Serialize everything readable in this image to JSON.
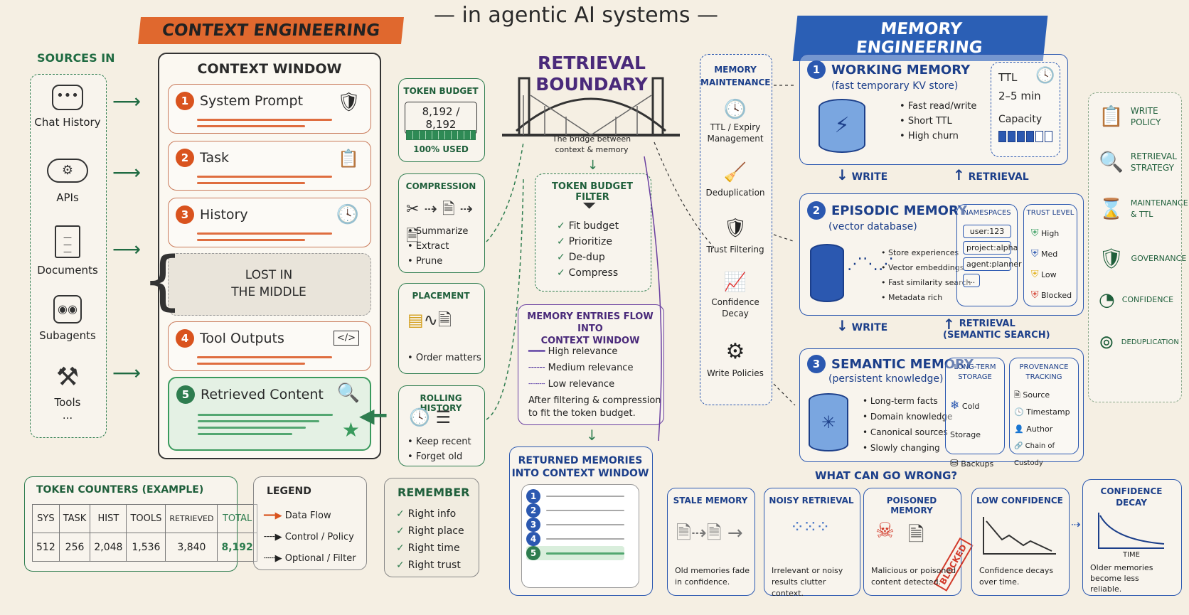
{
  "header": {
    "subtitle": "in agentic AI systems",
    "context_banner": "CONTEXT ENGINEERING",
    "memory_banner": "MEMORY ENGINEERING"
  },
  "sources": {
    "title": "SOURCES IN",
    "items": [
      "Chat History",
      "APIs",
      "Documents",
      "Subagents",
      "Tools",
      "..."
    ]
  },
  "context_window": {
    "title": "CONTEXT WINDOW",
    "slots": [
      {
        "n": "1",
        "label": "System Prompt"
      },
      {
        "n": "2",
        "label": "Task"
      },
      {
        "n": "3",
        "label": "History"
      },
      {
        "n": "4",
        "label": "Tool Outputs"
      },
      {
        "n": "5",
        "label": "Retrieved Content"
      }
    ],
    "lost_line1": "LOST IN",
    "lost_line2": "THE MIDDLE"
  },
  "token_budget": {
    "title": "TOKEN BUDGET",
    "value": "8,192 / 8,192",
    "used": "100% USED",
    "fill": 1.0
  },
  "compression": {
    "title": "COMPRESSION",
    "items": [
      "Summarize",
      "Extract",
      "Prune"
    ]
  },
  "placement": {
    "title": "PLACEMENT",
    "items": [
      "Order matters"
    ]
  },
  "rolling_history": {
    "title": "ROLLING HISTORY",
    "items": [
      "Keep recent",
      "Forget old"
    ]
  },
  "retrieval": {
    "title_line1": "RETRIEVAL",
    "title_line2": "BOUNDARY",
    "bridge_caption_line1": "The bridge between",
    "bridge_caption_line2": "context & memory"
  },
  "token_filter": {
    "title": "TOKEN BUDGET FILTER",
    "items": [
      "Fit budget",
      "Prioritize",
      "De-dup",
      "Compress"
    ]
  },
  "memory_flow": {
    "title_line1": "MEMORY ENTRIES FLOW INTO",
    "title_line2": "CONTEXT WINDOW",
    "legend": [
      "High relevance",
      "Medium relevance",
      "Low relevance"
    ],
    "note_line1": "After filtering & compression",
    "note_line2": "to fit the token budget."
  },
  "returned": {
    "title_line1": "RETURNED MEMORIES",
    "title_line2": "INTO CONTEXT WINDOW",
    "numbers": [
      "1",
      "2",
      "3",
      "4",
      "5"
    ]
  },
  "maintenance": {
    "title_line1": "MEMORY",
    "title_line2": "MAINTENANCE",
    "items": [
      {
        "l1": "TTL / Expiry",
        "l2": "Management"
      },
      {
        "l1": "Deduplication",
        "l2": ""
      },
      {
        "l1": "Trust Filtering",
        "l2": ""
      },
      {
        "l1": "Confidence",
        "l2": "Decay"
      },
      {
        "l1": "Write Policies",
        "l2": ""
      }
    ]
  },
  "working_memory": {
    "n": "1",
    "title": "WORKING MEMORY",
    "subtitle": "(fast temporary KV store)",
    "items": [
      "Fast read/write",
      "Short TTL",
      "High churn"
    ],
    "ttl_label": "TTL",
    "ttl_value": "2–5 min",
    "capacity_label": "Capacity",
    "capacity_fill": 4,
    "capacity_total": 6
  },
  "arrows": {
    "write": "WRITE",
    "retrieval": "RETRIEVAL",
    "retrieval2_line1": "RETRIEVAL",
    "retrieval2_line2": "(SEMANTIC SEARCH)"
  },
  "episodic_memory": {
    "n": "2",
    "title": "EPISODIC MEMORY",
    "subtitle": "(vector database)",
    "items": [
      "Store experiences",
      "Vector embeddings",
      "Fast similarity search",
      "Metadata rich"
    ],
    "namespaces_title": "NAMESPACES",
    "namespaces": [
      "user:123",
      "project:alpha",
      "agent:planner",
      "..."
    ],
    "trust_title": "TRUST LEVEL",
    "trust": [
      {
        "label": "High",
        "color": "#2e9a5a"
      },
      {
        "label": "Med",
        "color": "#2b58b0"
      },
      {
        "label": "Low",
        "color": "#e3b21f"
      },
      {
        "label": "Blocked",
        "color": "#d23a2a"
      }
    ]
  },
  "semantic_memory": {
    "n": "3",
    "title": "SEMANTIC MEMORY",
    "subtitle": "(persistent knowledge)",
    "items": [
      "Long-term facts",
      "Domain knowledge",
      "Canonical sources",
      "Slowly changing"
    ],
    "storage_title_line1": "LONG-TERM",
    "storage_title_line2": "STORAGE",
    "storage": [
      "Cold Storage",
      "Backups"
    ],
    "prov_title_line1": "PROVENANCE",
    "prov_title_line2": "TRACKING",
    "prov": [
      "Source",
      "Timestamp",
      "Author",
      "Chain of Custody"
    ]
  },
  "policies": [
    {
      "l1": "WRITE",
      "l2": "POLICY"
    },
    {
      "l1": "RETRIEVAL",
      "l2": "STRATEGY"
    },
    {
      "l1": "MAINTENANCE",
      "l2": "& TTL"
    },
    {
      "l1": "GOVERNANCE",
      "l2": ""
    },
    {
      "l1": "CONFIDENCE",
      "l2": ""
    },
    {
      "l1": "DEDUPLICATION",
      "l2": ""
    }
  ],
  "token_counters": {
    "title": "TOKEN COUNTERS (EXAMPLE)",
    "headers": [
      "SYS",
      "TASK",
      "HIST",
      "TOOLS",
      "RETRIEVED",
      "TOTAL"
    ],
    "values": [
      "512",
      "256",
      "2,048",
      "1,536",
      "3,840",
      "8,192"
    ]
  },
  "legend": {
    "title": "LEGEND",
    "items": [
      "Data Flow",
      "Control / Policy",
      "Optional / Filter"
    ]
  },
  "remember": {
    "title": "REMEMBER",
    "items": [
      "Right info",
      "Right place",
      "Right time",
      "Right trust"
    ]
  },
  "wrong": {
    "title": "WHAT CAN GO WRONG?",
    "cards": [
      {
        "t1": "STALE MEMORY",
        "t2": "",
        "d1": "Old memories fade",
        "d2": "in confidence.",
        "d3": ""
      },
      {
        "t1": "NOISY RETRIEVAL",
        "t2": "",
        "d1": "Irrelevant or noisy",
        "d2": "results clutter context.",
        "d3": ""
      },
      {
        "t1": "POISONED MEMORY",
        "t2": "",
        "d1": "Malicious or poisoned",
        "d2": "content detected.",
        "d3": ""
      },
      {
        "t1": "LOW CONFIDENCE",
        "t2": "",
        "d1": "Confidence decays",
        "d2": "over time.",
        "d3": ""
      },
      {
        "t1": "CONFIDENCE",
        "t2": "DECAY",
        "d1": "Older memories",
        "d2": "become less",
        "d3": "reliable."
      }
    ],
    "blocked": "BLOCKED",
    "time_label": "TIME"
  },
  "colors": {
    "orange": "#d9531e",
    "green": "#2e7d4f",
    "blue": "#2b58b0",
    "purple": "#6a3fa0"
  }
}
